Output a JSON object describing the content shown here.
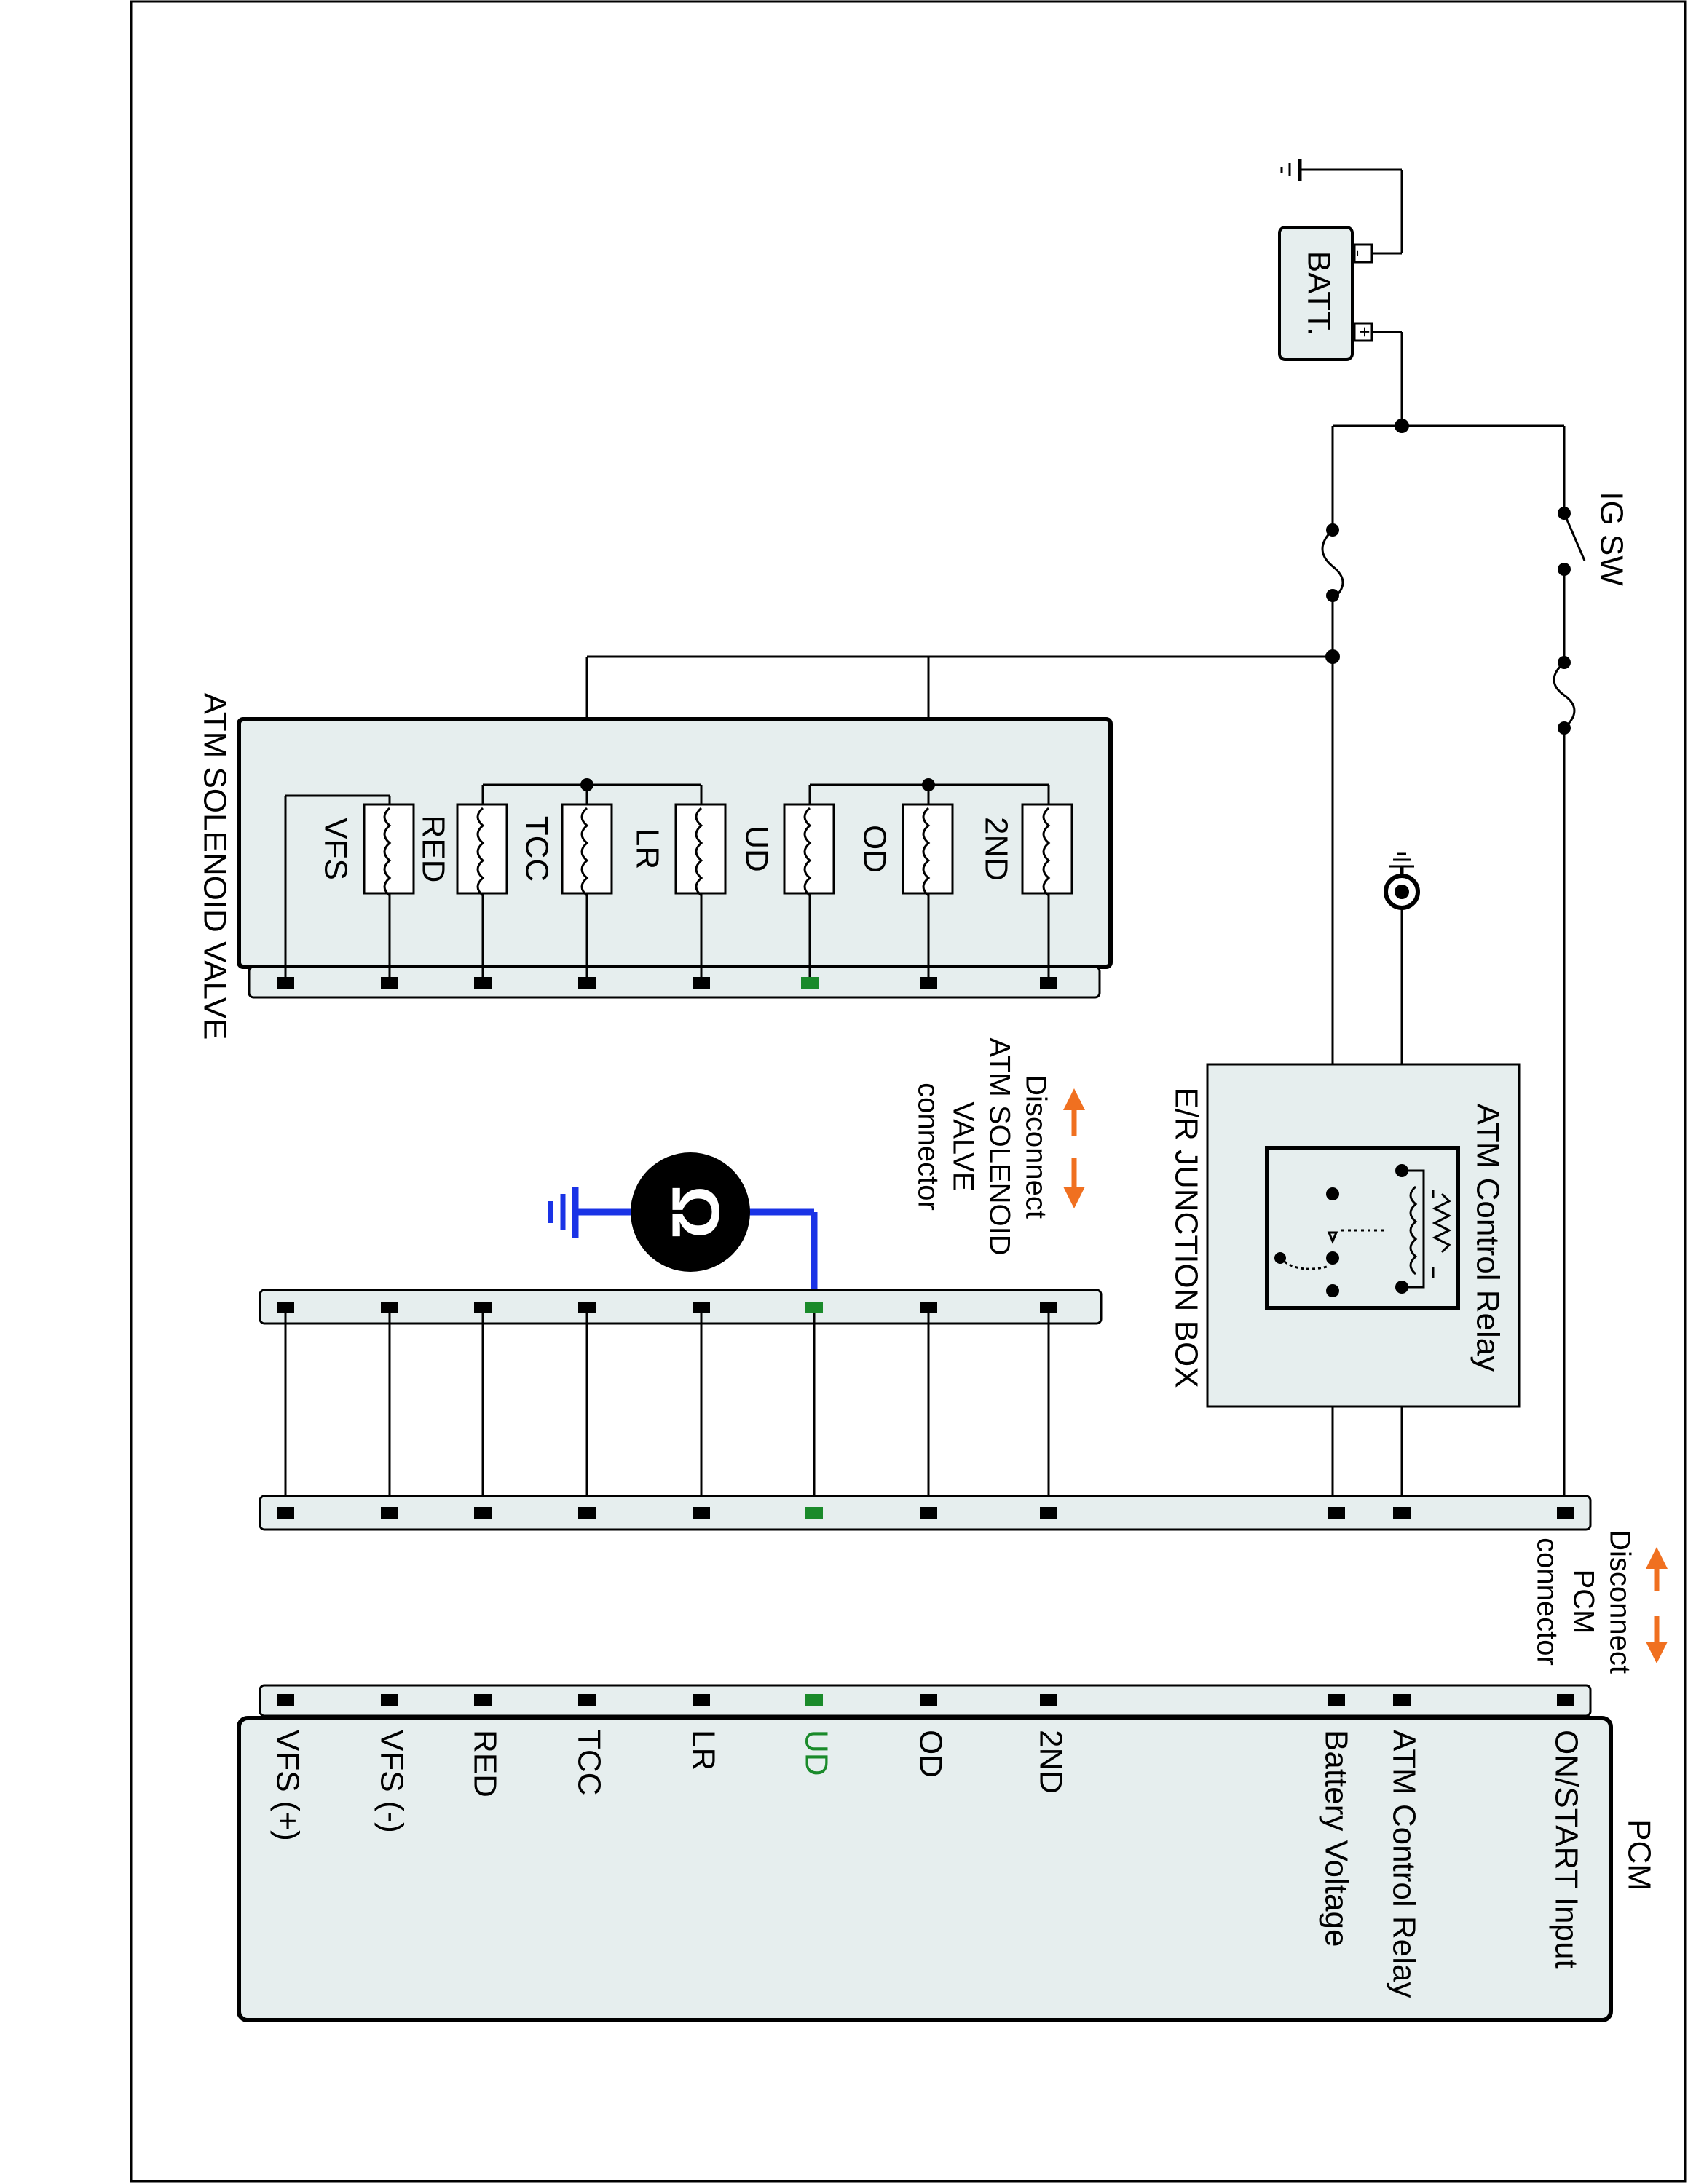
{
  "labels": {
    "ig_sw": "IG SW",
    "batt": "BATT.",
    "batt_plus": "+",
    "batt_minus": "-",
    "solenoid_valve": "ATM SOLENOID VALVE",
    "junction_box": "E/R JUNCTION BOX",
    "control_relay": "ATM Control Relay",
    "disconnect_sv_1": "Disconnect",
    "disconnect_sv_2": "ATM SOLENOID",
    "disconnect_sv_3": "VALVE",
    "disconnect_sv_4": "connector",
    "disconnect_pcm_1": "Disconnect",
    "disconnect_pcm_2": "PCM",
    "disconnect_pcm_3": "connector",
    "pcm": "PCM"
  },
  "solenoids": [
    "2ND",
    "OD",
    "UD",
    "LR",
    "TCC",
    "RED",
    "VFS"
  ],
  "pcm_terminals": {
    "on_start": "ON/START Input",
    "atm_relay": "ATM Control Relay",
    "battery": "Battery Voltage",
    "t2nd": "2ND",
    "od": "OD",
    "ud": "UD",
    "lr": "LR",
    "tcc": "TCC",
    "red": "RED",
    "vfs_minus": "VFS (-)",
    "vfs_plus": "VFS (+)"
  },
  "meter": {
    "icon": "ohmmeter-icon",
    "symbol": "Ω"
  },
  "colors": {
    "highlight_pin": "#1a8a2a",
    "meter_wire": "#1a33e6",
    "arrow": "#f07020",
    "component_fill": "#e6eeee"
  }
}
